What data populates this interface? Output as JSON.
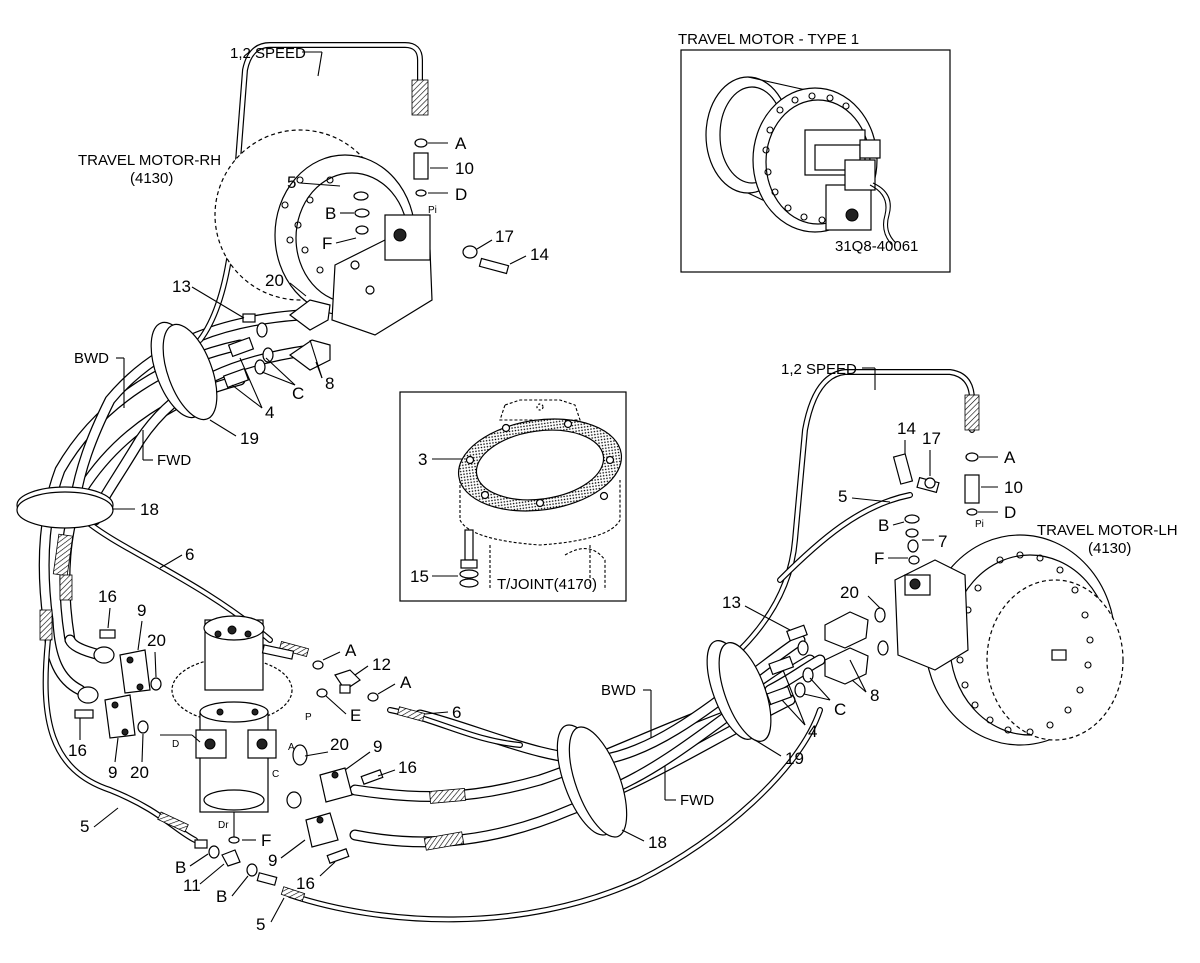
{
  "inset_top": {
    "title": "TRAVEL MOTOR - TYPE 1",
    "part_code": "31Q8-40061"
  },
  "inset_joint": {
    "caption": "T/JOINT(4170)",
    "callouts": {
      "c3": "3",
      "c15": "15"
    }
  },
  "motor_rh": {
    "title": "TRAVEL MOTOR-RH",
    "code": "(4130)",
    "callouts": {
      "speed": "1,2 SPEED",
      "A": "A",
      "c10": "10",
      "D": "D",
      "Pi": "Pi",
      "c5": "5",
      "B": "B",
      "F": "F",
      "c17": "17",
      "c14": "14",
      "c20": "20",
      "c13": "13",
      "C": "C",
      "c8": "8",
      "c4": "4",
      "c19": "19",
      "BWD": "BWD",
      "FWD": "FWD",
      "c18": "18"
    }
  },
  "motor_lh": {
    "title": "TRAVEL MOTOR-LH",
    "code": "(4130)",
    "callouts": {
      "speed": "1,2 SPEED",
      "c14": "14",
      "c17": "17",
      "A": "A",
      "c10": "10",
      "c5": "5",
      "B": "B",
      "Pi": "Pi",
      "D": "D",
      "c7": "7",
      "F": "F",
      "c20": "20",
      "c13": "13",
      "c8": "8",
      "C": "C",
      "c4": "4",
      "BWD": "BWD",
      "FWD": "FWD",
      "c19": "19",
      "c18": "18"
    }
  },
  "swivel_joint": {
    "callouts": {
      "c6a": "6",
      "c16a": "16",
      "c9a": "9",
      "c20a": "20",
      "A1": "A",
      "c12": "12",
      "A2": "A",
      "E": "E",
      "P": "P",
      "c6b": "6",
      "c16b": "16",
      "c9b": "9",
      "c20b": "20",
      "D": "D",
      "portA": "A",
      "portC": "C",
      "c20c": "20",
      "c9c": "9",
      "c16c": "16",
      "Dr": "Dr",
      "F": "F",
      "c9d": "9",
      "c16d": "16",
      "c5a": "5",
      "B1": "B",
      "c11": "11",
      "B2": "B",
      "c5b": "5"
    }
  }
}
